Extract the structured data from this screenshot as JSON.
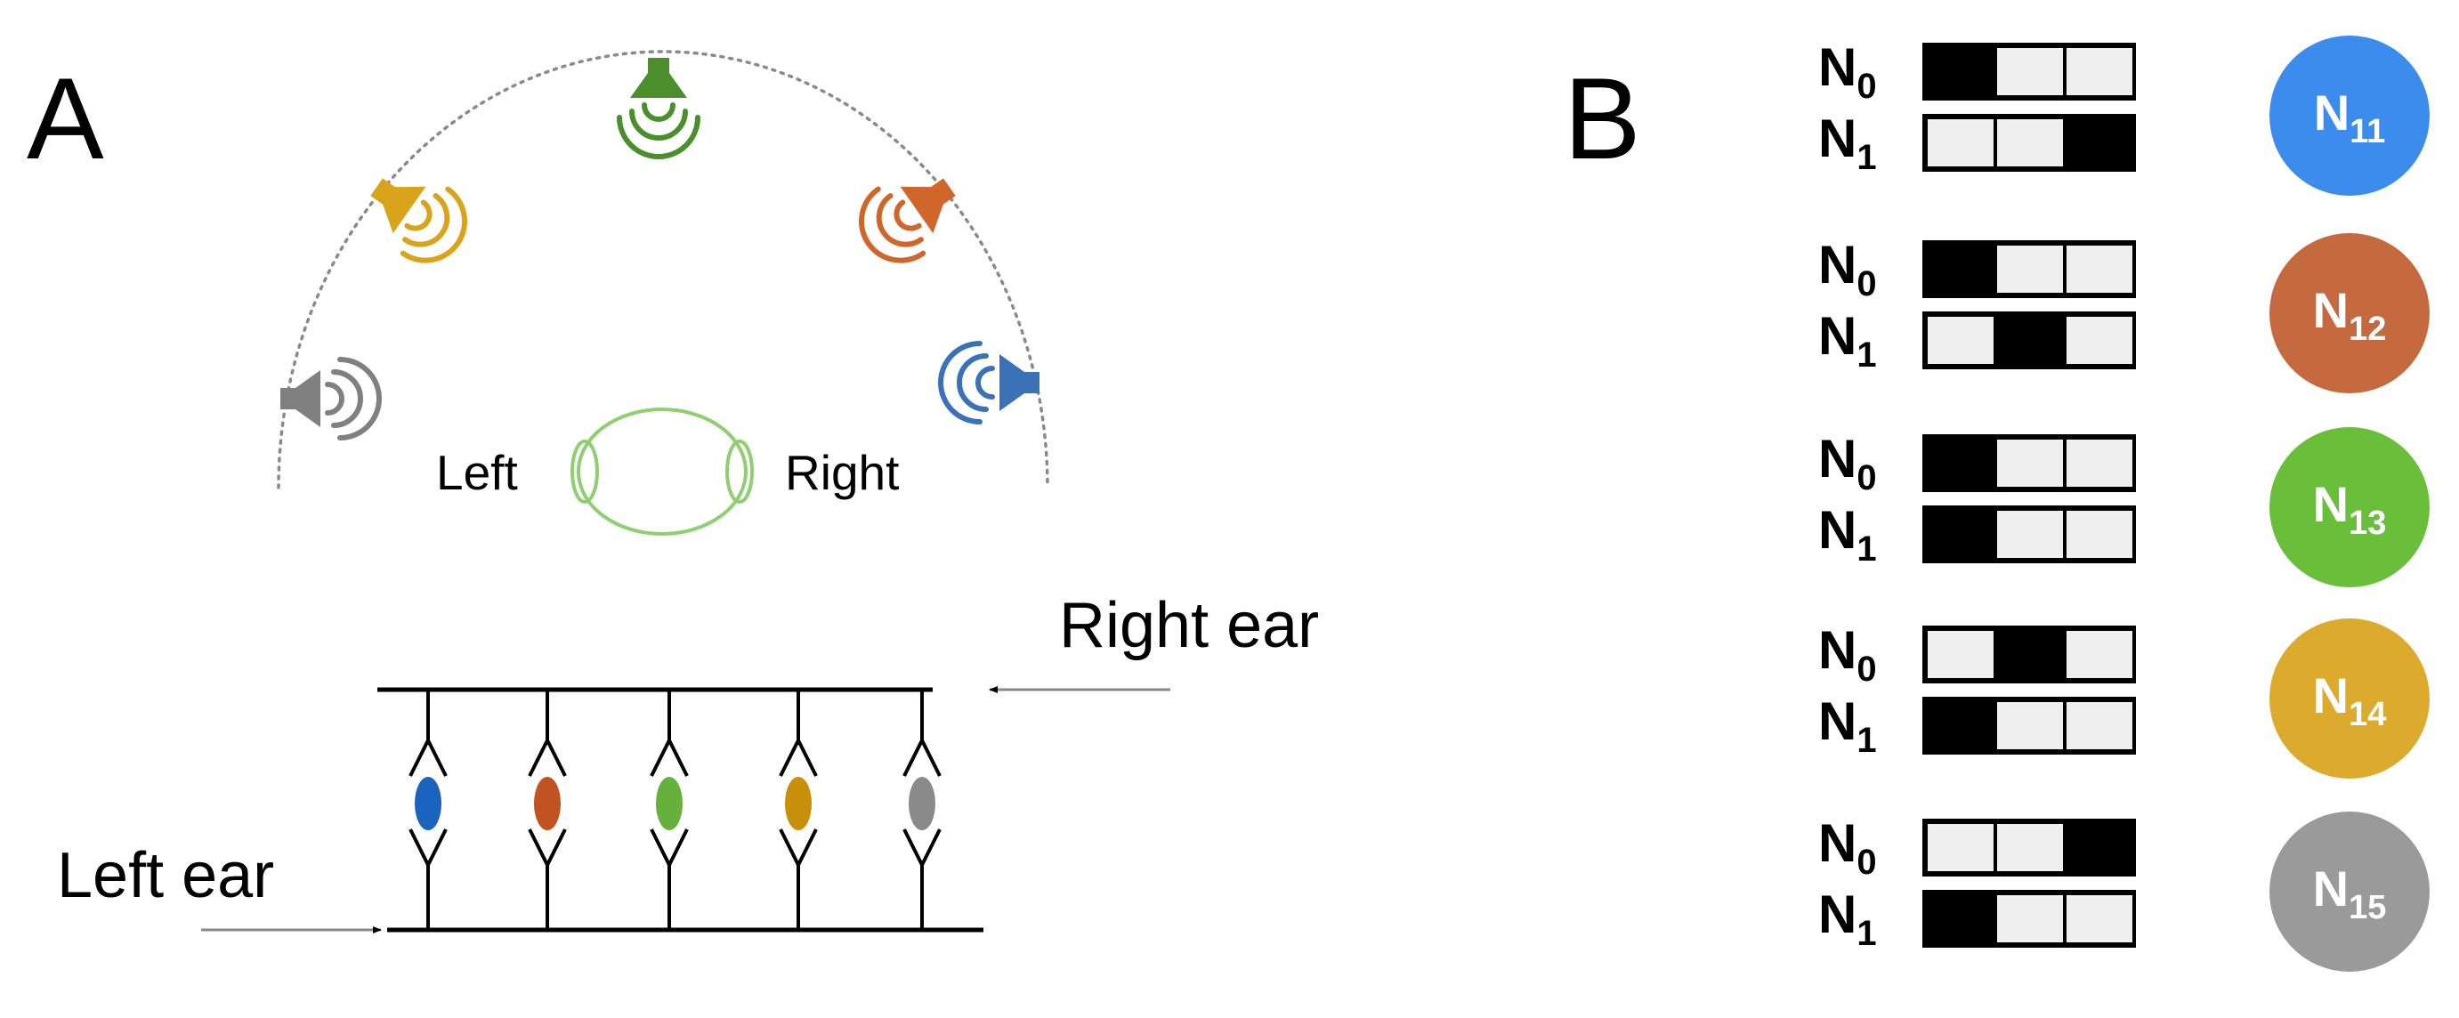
{
  "panel_a": {
    "letter": "A",
    "head_left_label": "Left",
    "head_right_label": "Right",
    "right_ear_label": "Right ear",
    "left_ear_label": "Left ear",
    "speakers": [
      {
        "name": "gray",
        "color": "#808080"
      },
      {
        "name": "yellow",
        "color": "#d9a41a"
      },
      {
        "name": "green",
        "color": "#4a8f2c"
      },
      {
        "name": "orange",
        "color": "#d0662a"
      },
      {
        "name": "blue",
        "color": "#3a72b8"
      }
    ],
    "neurons": [
      {
        "color": "#1a64c0"
      },
      {
        "color": "#c2521f"
      },
      {
        "color": "#66b03c"
      },
      {
        "color": "#c8900a"
      },
      {
        "color": "#8a8a8a"
      }
    ]
  },
  "panel_b": {
    "letter": "B",
    "rows": [
      {
        "n0": {
          "main": "N",
          "sub": "0"
        },
        "n1": {
          "main": "N",
          "sub": "1"
        },
        "n0_pattern": [
          1,
          0,
          0
        ],
        "n1_pattern": [
          0,
          0,
          1
        ],
        "neuron": {
          "main": "N",
          "sub": "11",
          "color": "#3b8ced"
        }
      },
      {
        "n0": {
          "main": "N",
          "sub": "0"
        },
        "n1": {
          "main": "N",
          "sub": "1"
        },
        "n0_pattern": [
          1,
          0,
          0
        ],
        "n1_pattern": [
          0,
          1,
          0
        ],
        "neuron": {
          "main": "N",
          "sub": "12",
          "color": "#c46a3e"
        }
      },
      {
        "n0": {
          "main": "N",
          "sub": "0"
        },
        "n1": {
          "main": "N",
          "sub": "1"
        },
        "n0_pattern": [
          1,
          0,
          0
        ],
        "n1_pattern": [
          1,
          0,
          0
        ],
        "neuron": {
          "main": "N",
          "sub": "13",
          "color": "#6abf3a"
        }
      },
      {
        "n0": {
          "main": "N",
          "sub": "0"
        },
        "n1": {
          "main": "N",
          "sub": "1"
        },
        "n0_pattern": [
          0,
          1,
          0
        ],
        "n1_pattern": [
          1,
          0,
          0
        ],
        "neuron": {
          "main": "N",
          "sub": "14",
          "color": "#dcaa2c"
        }
      },
      {
        "n0": {
          "main": "N",
          "sub": "0"
        },
        "n1": {
          "main": "N",
          "sub": "1"
        },
        "n0_pattern": [
          0,
          0,
          1
        ],
        "n1_pattern": [
          1,
          0,
          0
        ],
        "neuron": {
          "main": "N",
          "sub": "15",
          "color": "#9a9a9a"
        }
      }
    ]
  }
}
